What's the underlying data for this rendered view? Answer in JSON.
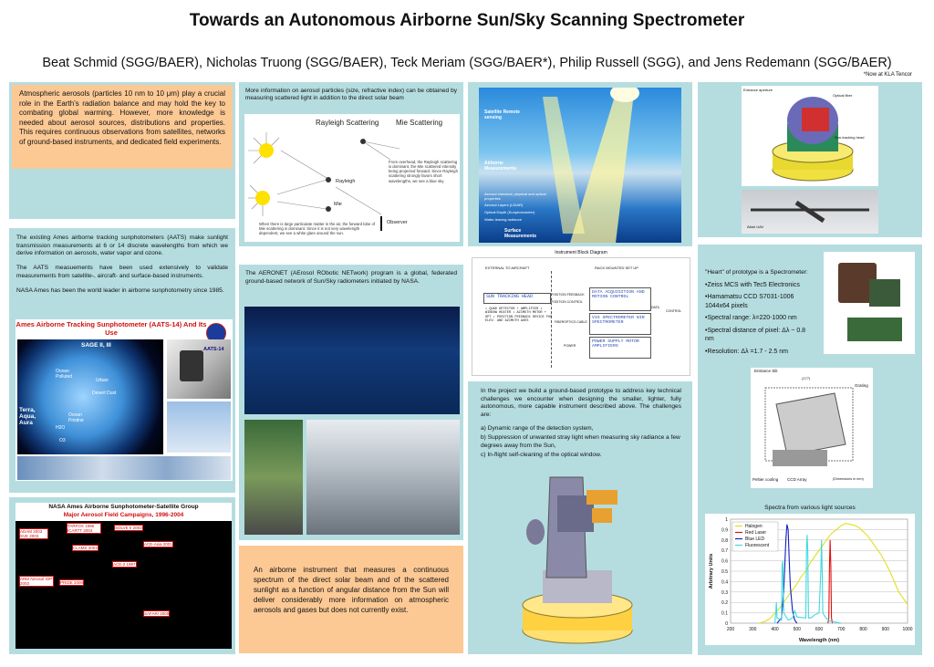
{
  "header": {
    "title": "Towards an Autonomous Airborne Sun/Sky Scanning Spectrometer",
    "authors": "Beat Schmid  (SGG/BAER), Nicholas Truong (SGG/BAER), Teck Meriam (SGG/BAER*), Philip Russell (SGG), and Jens Redemann (SGG/BAER)",
    "affil_note": "*Now at KLA Tencor"
  },
  "intro_box": {
    "text": "Atmospheric aerosols (particles 10 nm to 10 μm) play a crucial role in the Earth's radiation balance and may hold the key to combating global warming. However, more knowledge is needed about aerosol sources, distributions and properties. This requires continuous observations from satellites, networks of ground-based instruments, and dedicated field experiments."
  },
  "scatter_panel": {
    "text": "More information on aerosol particles (size, refractive index) can be obtained by measuring scattered light in addition to the direct solar beam",
    "rayleigh_label": "Rayleigh Scattering",
    "mie_label": "Mie Scattering",
    "rayleigh_small": "Rayleigh",
    "mie_small": "Mie",
    "observer": "Observer",
    "mie_note": "From overhead, the Rayleigh scattering is dominant, the Mie scattered intensity being projected forward. Since Rayleigh scattering strongly favors short wavelengths, we see a blue sky.",
    "haze_note": "When there is large particulate matter in the air, the forward lobe of Mie scattering is dominant. Since it is not very wavelength dependent, we see a white glare around the sun."
  },
  "measurement_diagram": {
    "satellite": "Satellite Remote sensing",
    "airborne": "Airborne Measurements",
    "surface": "Surface Measurements",
    "items": [
      "Aerosol chemical, physical and optical properties",
      "Aerosol Layers (LIDAR)",
      "Optical Depth (Sunphotometer)",
      "Water-leaving radiance"
    ]
  },
  "tracking_head": {
    "entrance": "Entrance aperture",
    "optical_fiber": "Optical fiber",
    "head": "Sun-tracking head",
    "uav": "Altair UAV"
  },
  "aats_panel": {
    "text1": "The existing Ames airborne tracking sunphotometers (AATS) make sunlight transmission measurements at 6 or 14 discrete wavelengths from which we derive information on aerosols, water vapor and ozone.",
    "text2": "The AATS measuements have been used extensively to validate measurements from satellite-, aircraft- and surface-based instruments.",
    "text3": "NASA Ames has been the world leader in airborne sunphotometry since 1985.",
    "img_title": "Ames Airborne Tracking Sunphotometer (AATS-14) And Its Use",
    "sage": "SAGE II, III",
    "aats14": "AATS-14",
    "terra": "Terra, Aqua, Aura",
    "labels": [
      "Ocean Polluted",
      "Desert Dust",
      "Ocean Pristine",
      "Urban",
      "H2O",
      "O3"
    ]
  },
  "campaigns_panel": {
    "title": "NASA Ames Airborne Sunphotometer-Satellite Group",
    "subtitle": "Major Aerosol Field Campaigns, 1996-2004",
    "labels": [
      "ADAM 2003 SVE 2003",
      "TARFOX 1996 ICARTT 2004",
      "SOLVE II 2003",
      "CLAMS 2001",
      "ACE-Asia 2001",
      "ACE-2 1997",
      "ARM Aerosol IOP 2003",
      "PRIDE 2000",
      "SAFARI 2000"
    ]
  },
  "aeronet_panel": {
    "text": "The AERONET (AErosol RObotic NETwork) program is a global, federated ground-based network of Sun/Sky radiometers initiated by NASA."
  },
  "summary_box": {
    "text": "An airborne instrument that measures a continuous spectrum of the direct solar beam and of the scattered sunlight as a function of angular distance from the Sun will deliver considerably more information on atmospheric aerosols and gases but does not currently exist."
  },
  "block_diagram": {
    "title": "Instrument Block Diagram",
    "external": "EXTERNAL TO AIRCRAFT",
    "rack": "RACK MOUNTED SET UP",
    "sun_head": "SUN TRACKING HEAD",
    "head_items": "• QUAD DETECTOR + AMPLIFIER • WINDOW HEATER • AZIMUTH MOTOR + OPT • POSITION FEEDBACK DEVICE FOR ELEV. AND AZIMUTH AXES",
    "daq": "DATA ACQUISITION AND MOTION CONTROL",
    "vis": "VIS SPECTROMETER NIR SPECTROMETER",
    "power": "POWER SUPPLY MOTOR AMPLIFIERS",
    "fiber": "FIBEROPTICS CABLE",
    "pos_feedback": "POSITION FEEDBACK",
    "pos_control": "POSITION CONTROL",
    "power_lbl": "POWER",
    "data": "DATA",
    "control": "CONTROL"
  },
  "challenges_panel": {
    "text": "In the project we build a ground-based prototype to address key technical challenges we encounter when designing the smaller, lighter, fully autonomous, more capable instrument described above. The challenges are:",
    "items": [
      "a) Dynamic range of the detection system,",
      "b) Suppression of unwanted stray light when measuring sky radiance a  few degrees away from the Sun,",
      "c) In-flight self-cleaning of the optical window."
    ]
  },
  "prototype_panel": {
    "heading": "\"Heart\" of prototype is a Spectrometer:",
    "items": [
      "•Zeiss MCS with Tec5 Electronics",
      "•Hamamatsu CCD S7031-1006 1044x64 pixels",
      "•Spectral range: λ=220-1000 nm",
      "•Spectral distance of pixel: Δλ ~ 0.8 nm",
      "•Resolution: Δλ =1.7 - 2.5 nm"
    ],
    "entrance_slit": "Entrance Slit",
    "grating": "Grating",
    "peltier": "Peltier cooling",
    "ccd": "CCD Array",
    "dims": "(Dimensions in mm)",
    "dim1": "(177)"
  },
  "spectra_chart_title": "Spectra from various light sources",
  "chart_data": {
    "type": "line",
    "title": "Spectra from various light sources",
    "xlabel": "Wavelength (nm)",
    "ylabel": "Arbitrary Units",
    "xlim": [
      200,
      1000
    ],
    "ylim": [
      0,
      1
    ],
    "xticks": [
      200,
      300,
      400,
      500,
      600,
      700,
      800,
      900,
      1000
    ],
    "yticks": [
      0,
      0.1,
      0.2,
      0.3,
      0.4,
      0.5,
      0.6,
      0.7,
      0.8,
      0.9,
      1
    ],
    "grid": true,
    "legend": "top-left",
    "series": [
      {
        "name": "Halogen",
        "color": "#e0e020",
        "x": [
          330,
          360,
          380,
          400,
          420,
          440,
          460,
          480,
          500,
          520,
          540,
          560,
          580,
          600,
          620,
          640,
          660,
          680,
          700,
          720,
          740,
          760,
          780,
          800,
          820,
          840,
          860,
          880,
          900,
          920,
          940,
          960,
          980,
          1000
        ],
        "y": [
          0.0,
          0.02,
          0.05,
          0.1,
          0.14,
          0.2,
          0.26,
          0.32,
          0.38,
          0.45,
          0.5,
          0.58,
          0.64,
          0.7,
          0.76,
          0.82,
          0.87,
          0.9,
          0.94,
          0.96,
          0.95,
          0.94,
          0.92,
          0.88,
          0.84,
          0.78,
          0.72,
          0.66,
          0.58,
          0.5,
          0.4,
          0.3,
          0.24,
          0.18
        ]
      },
      {
        "name": "Red Laser",
        "color": "#e01010",
        "x": [
          640,
          644,
          647,
          650,
          653,
          656,
          660
        ],
        "y": [
          0,
          0.05,
          0.55,
          0.8,
          0.55,
          0.05,
          0
        ]
      },
      {
        "name": "Blue LED",
        "color": "#1020c0",
        "x": [
          410,
          430,
          440,
          450,
          455,
          460,
          465,
          470,
          480,
          490,
          500
        ],
        "y": [
          0,
          0.05,
          0.3,
          0.8,
          0.95,
          0.9,
          0.6,
          0.35,
          0.12,
          0.03,
          0
        ]
      },
      {
        "name": "Fluorescent",
        "color": "#40d8e0",
        "x": [
          400,
          404,
          407,
          410,
          430,
          433,
          436,
          440,
          460,
          480,
          490,
          500,
          540,
          543,
          546,
          549,
          552,
          560,
          570,
          580,
          600,
          608,
          611,
          614,
          617,
          630,
          650,
          700
        ],
        "y": [
          0,
          0.1,
          0.2,
          0.05,
          0.03,
          0.55,
          0.6,
          0.1,
          0.03,
          0.05,
          0.12,
          0.06,
          0.05,
          0.7,
          0.85,
          0.7,
          0.05,
          0.05,
          0.06,
          0.08,
          0.1,
          0.5,
          0.8,
          0.5,
          0.1,
          0.05,
          0.02,
          0
        ]
      }
    ]
  },
  "colors": {
    "panel": "#b5dde0",
    "orange": "#fcc995",
    "campaign_red": "#e02020"
  }
}
